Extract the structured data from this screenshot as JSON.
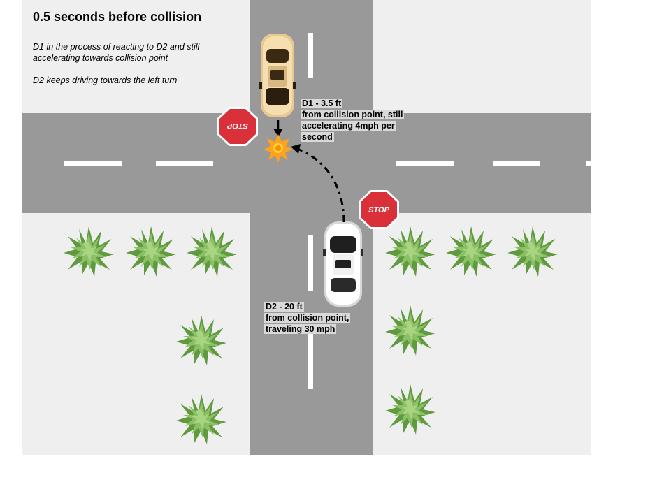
{
  "title": "0.5 seconds before collision",
  "notes": {
    "d1": "D1 in the process of reacting to D2 and still accelerating towards collision point",
    "d2": "D2 keeps driving towards the left turn"
  },
  "labels": {
    "d1_line1": "D1 - 3.5 ft",
    "d1_line2": "from collision point, still",
    "d1_line3": "accelerating 4mph per",
    "d1_line4": "second",
    "d2_line1": "D2 - 20 ft",
    "d2_line2": "from collision point,",
    "d2_line3": "traveling 30 mph"
  },
  "signs": {
    "top": "STOP",
    "right": "STOP"
  },
  "colors": {
    "road": "#999999",
    "sidewalk": "#efefef",
    "lane_marking": "#ffffff",
    "stop_sign": "#d9303a",
    "d1_car": "#f2d8a6",
    "d2_car": "#ffffff",
    "collision": "#ffa31a",
    "bush": "#7fb35a"
  }
}
